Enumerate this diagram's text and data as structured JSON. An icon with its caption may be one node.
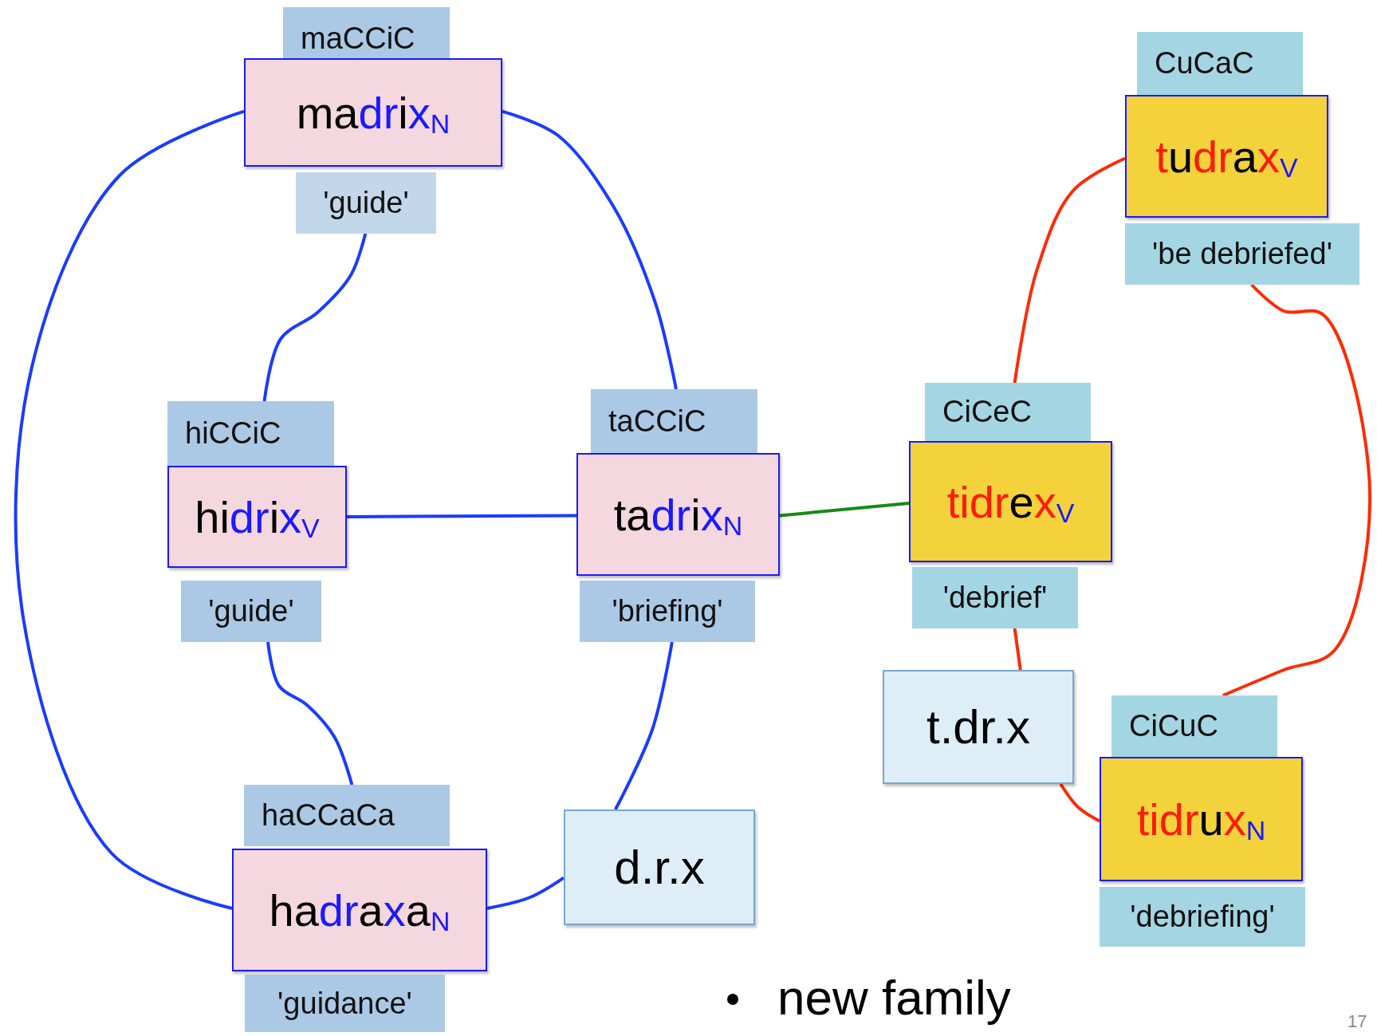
{
  "diagram": {
    "nodes": [
      {
        "text": [
          "maCCiC",
          "madrix$_{N}$",
          "'guide'"
        ]
      },
      {
        "text": [
          "hiCCiC",
          "hidrix$_{V}$",
          "'guide'"
        ]
      },
      {
        "text": [
          "taCCiC",
          "tadrix$_{N}$",
          "'briefing'"
        ]
      },
      {
        "text": [
          "haCCaCa",
          "hadraxa$_{N}$",
          "'guidance'"
        ]
      },
      {
        "text": [
          "d.r.x"
        ]
      },
      {
        "text": [
          "CuCaC",
          "tudrax$_{V}$",
          "'be debriefed'"
        ]
      },
      {
        "text": [
          "CiCeC",
          "tidrex$_{V}$",
          "'debrief'"
        ]
      },
      {
        "text": [
          "t.dr.x"
        ]
      },
      {
        "text": [
          "CiCuC",
          "tidrux$_{N}$",
          "'debriefing'"
        ]
      }
    ],
    "edges": [
      {
        "from": 0,
        "to": 1,
        "arrow": "none"
      },
      {
        "from": 0,
        "to": 2,
        "arrow": "none"
      },
      {
        "from": 0,
        "to": 3,
        "arrow": "none"
      },
      {
        "from": 1,
        "to": 2,
        "arrow": "none"
      },
      {
        "from": 1,
        "to": 3,
        "arrow": "none"
      },
      {
        "from": 2,
        "to": 4,
        "arrow": "none"
      },
      {
        "from": 3,
        "to": 4,
        "arrow": "none"
      },
      {
        "from": 2,
        "to": 6,
        "arrow": "none",
        "color": "#178a17"
      },
      {
        "from": 5,
        "to": 6,
        "arrow": "none",
        "color": "#ff2a00"
      },
      {
        "from": 6,
        "to": 7,
        "arrow": "none",
        "color": "#ff2a00"
      },
      {
        "from": 5,
        "to": 8,
        "arrow": "none",
        "color": "#ff2a00"
      },
      {
        "from": 7,
        "to": 8,
        "arrow": "none",
        "color": "#ff2a00"
      }
    ],
    "labels": [
      "new family",
      "17"
    ]
  }
}
